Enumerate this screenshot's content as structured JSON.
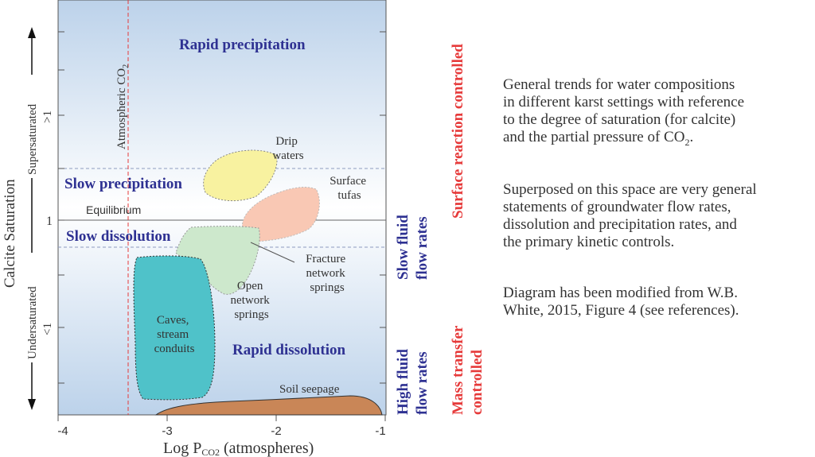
{
  "diagram": {
    "y_axis_title": "Calcite Saturation",
    "x_axis_title_main": "Log P",
    "x_axis_title_sub": "CO2",
    "x_axis_title_units": "(atmospheres)",
    "x_tick_labels": [
      "-4",
      "-3",
      "-2",
      "-1"
    ],
    "y_labels": {
      "supersaturated": "Supersaturated",
      "gt_one": ">1",
      "one": "1",
      "lt_one": "<1",
      "undersaturated": "Undersaturated"
    },
    "atmospheric_co2_label": "Atmospheric CO",
    "atmospheric_co2_sub": "2",
    "zones": {
      "rapid_precipitation": "Rapid precipitation",
      "slow_precipitation": "Slow precipitation",
      "equilibrium": "Equilibrium",
      "slow_dissolution": "Slow dissolution",
      "rapid_dissolution": "Rapid dissolution"
    },
    "fields": {
      "drip_waters": [
        "Drip",
        "waters"
      ],
      "surface_tufas": [
        "Surface",
        "tufas"
      ],
      "fracture_springs": [
        "Fracture",
        "network",
        "springs"
      ],
      "open_springs": [
        "Open",
        "network",
        "springs"
      ],
      "caves": [
        "Caves,",
        "stream",
        "conduits"
      ],
      "soil_seepage": "Soil seepage"
    },
    "side_labels": {
      "slow_fluid": [
        "Slow fluid",
        "flow rates"
      ],
      "high_fluid": [
        "High fluid",
        "flow rates"
      ],
      "surface_reaction": "Surface reaction controlled",
      "mass_transfer": [
        "Mass transfer",
        "controlled"
      ]
    },
    "colors": {
      "zone_text": "#2e3192",
      "control_text": "#e63a3a",
      "atm_line": "#e63a3a",
      "drip": "#f8f2a0",
      "tufa": "#f9c8b4",
      "springs": "#cde8cc",
      "caves": "#4fc2c9",
      "soil": "#c98657"
    }
  },
  "caption": {
    "p1_lines": [
      "General trends for water compositions",
      "in different karst settings with reference",
      "to the degree of saturation (for calcite)"
    ],
    "p1_last_prefix": "and the partial pressure of CO",
    "p1_last_sub": "2",
    "p1_last_suffix": ".",
    "p2_lines": [
      "Superposed on this space are very general",
      "statements of groundwater flow rates,",
      "dissolution and precipitation rates, and",
      "the primary kinetic controls."
    ],
    "p3_lines": [
      "Diagram has been modified from W.B.",
      "White, 2015, Figure 4 (see references)."
    ]
  }
}
